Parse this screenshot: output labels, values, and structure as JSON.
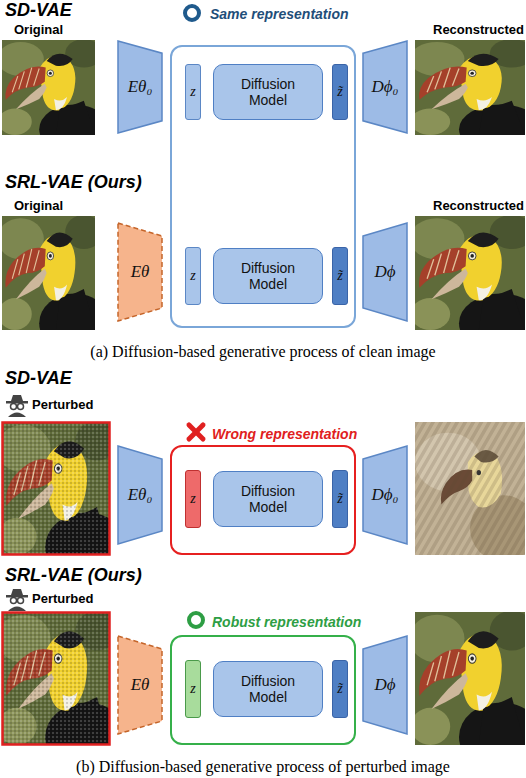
{
  "diagram": {
    "nodes": [
      {
        "text": [
          "Eθ₀"
        ]
      },
      {
        "text": [
          "Same representation"
        ]
      },
      {
        "text": [
          "z"
        ],
        "in": 1
      },
      {
        "text": [
          "Diffusion Model"
        ],
        "in": 1
      },
      {
        "text": [
          "z̃"
        ],
        "in": 1
      },
      {
        "text": [
          "Dϕ₀"
        ]
      },
      {
        "text": [
          "Eθ"
        ]
      },
      {
        "text": [
          "z"
        ],
        "in": 1
      },
      {
        "text": [
          "Diffusion Model"
        ],
        "in": 1
      },
      {
        "text": [
          "z̃"
        ],
        "in": 1
      },
      {
        "text": [
          "Dϕ"
        ]
      },
      {
        "text": [
          "Eθ₀"
        ]
      },
      {
        "text": [
          "Wrong representation"
        ]
      },
      {
        "text": [
          "z"
        ],
        "in": 12
      },
      {
        "text": [
          "Diffusion Model"
        ],
        "in": 12
      },
      {
        "text": [
          "z̃"
        ],
        "in": 12
      },
      {
        "text": [
          "Dϕ₀"
        ]
      },
      {
        "text": [
          "Eθ"
        ]
      },
      {
        "text": [
          "Robust representation"
        ]
      },
      {
        "text": [
          "z"
        ],
        "in": 18
      },
      {
        "text": [
          "Diffusion Model"
        ],
        "in": 18
      },
      {
        "text": [
          "z̃"
        ],
        "in": 18
      },
      {
        "text": [
          "Dϕ"
        ]
      }
    ],
    "labels": [
      "SD-VAE",
      "Original",
      "Reconstructed",
      "SRL-VAE (Ours)",
      "Original",
      "Reconstructed",
      "(a) Diffusion-based generative process of clean image",
      "SD-VAE",
      "Perturbed",
      "SRL-VAE (Ours)",
      "Perturbed",
      "(b) Diffusion-based generative process of perturbed image"
    ]
  }
}
